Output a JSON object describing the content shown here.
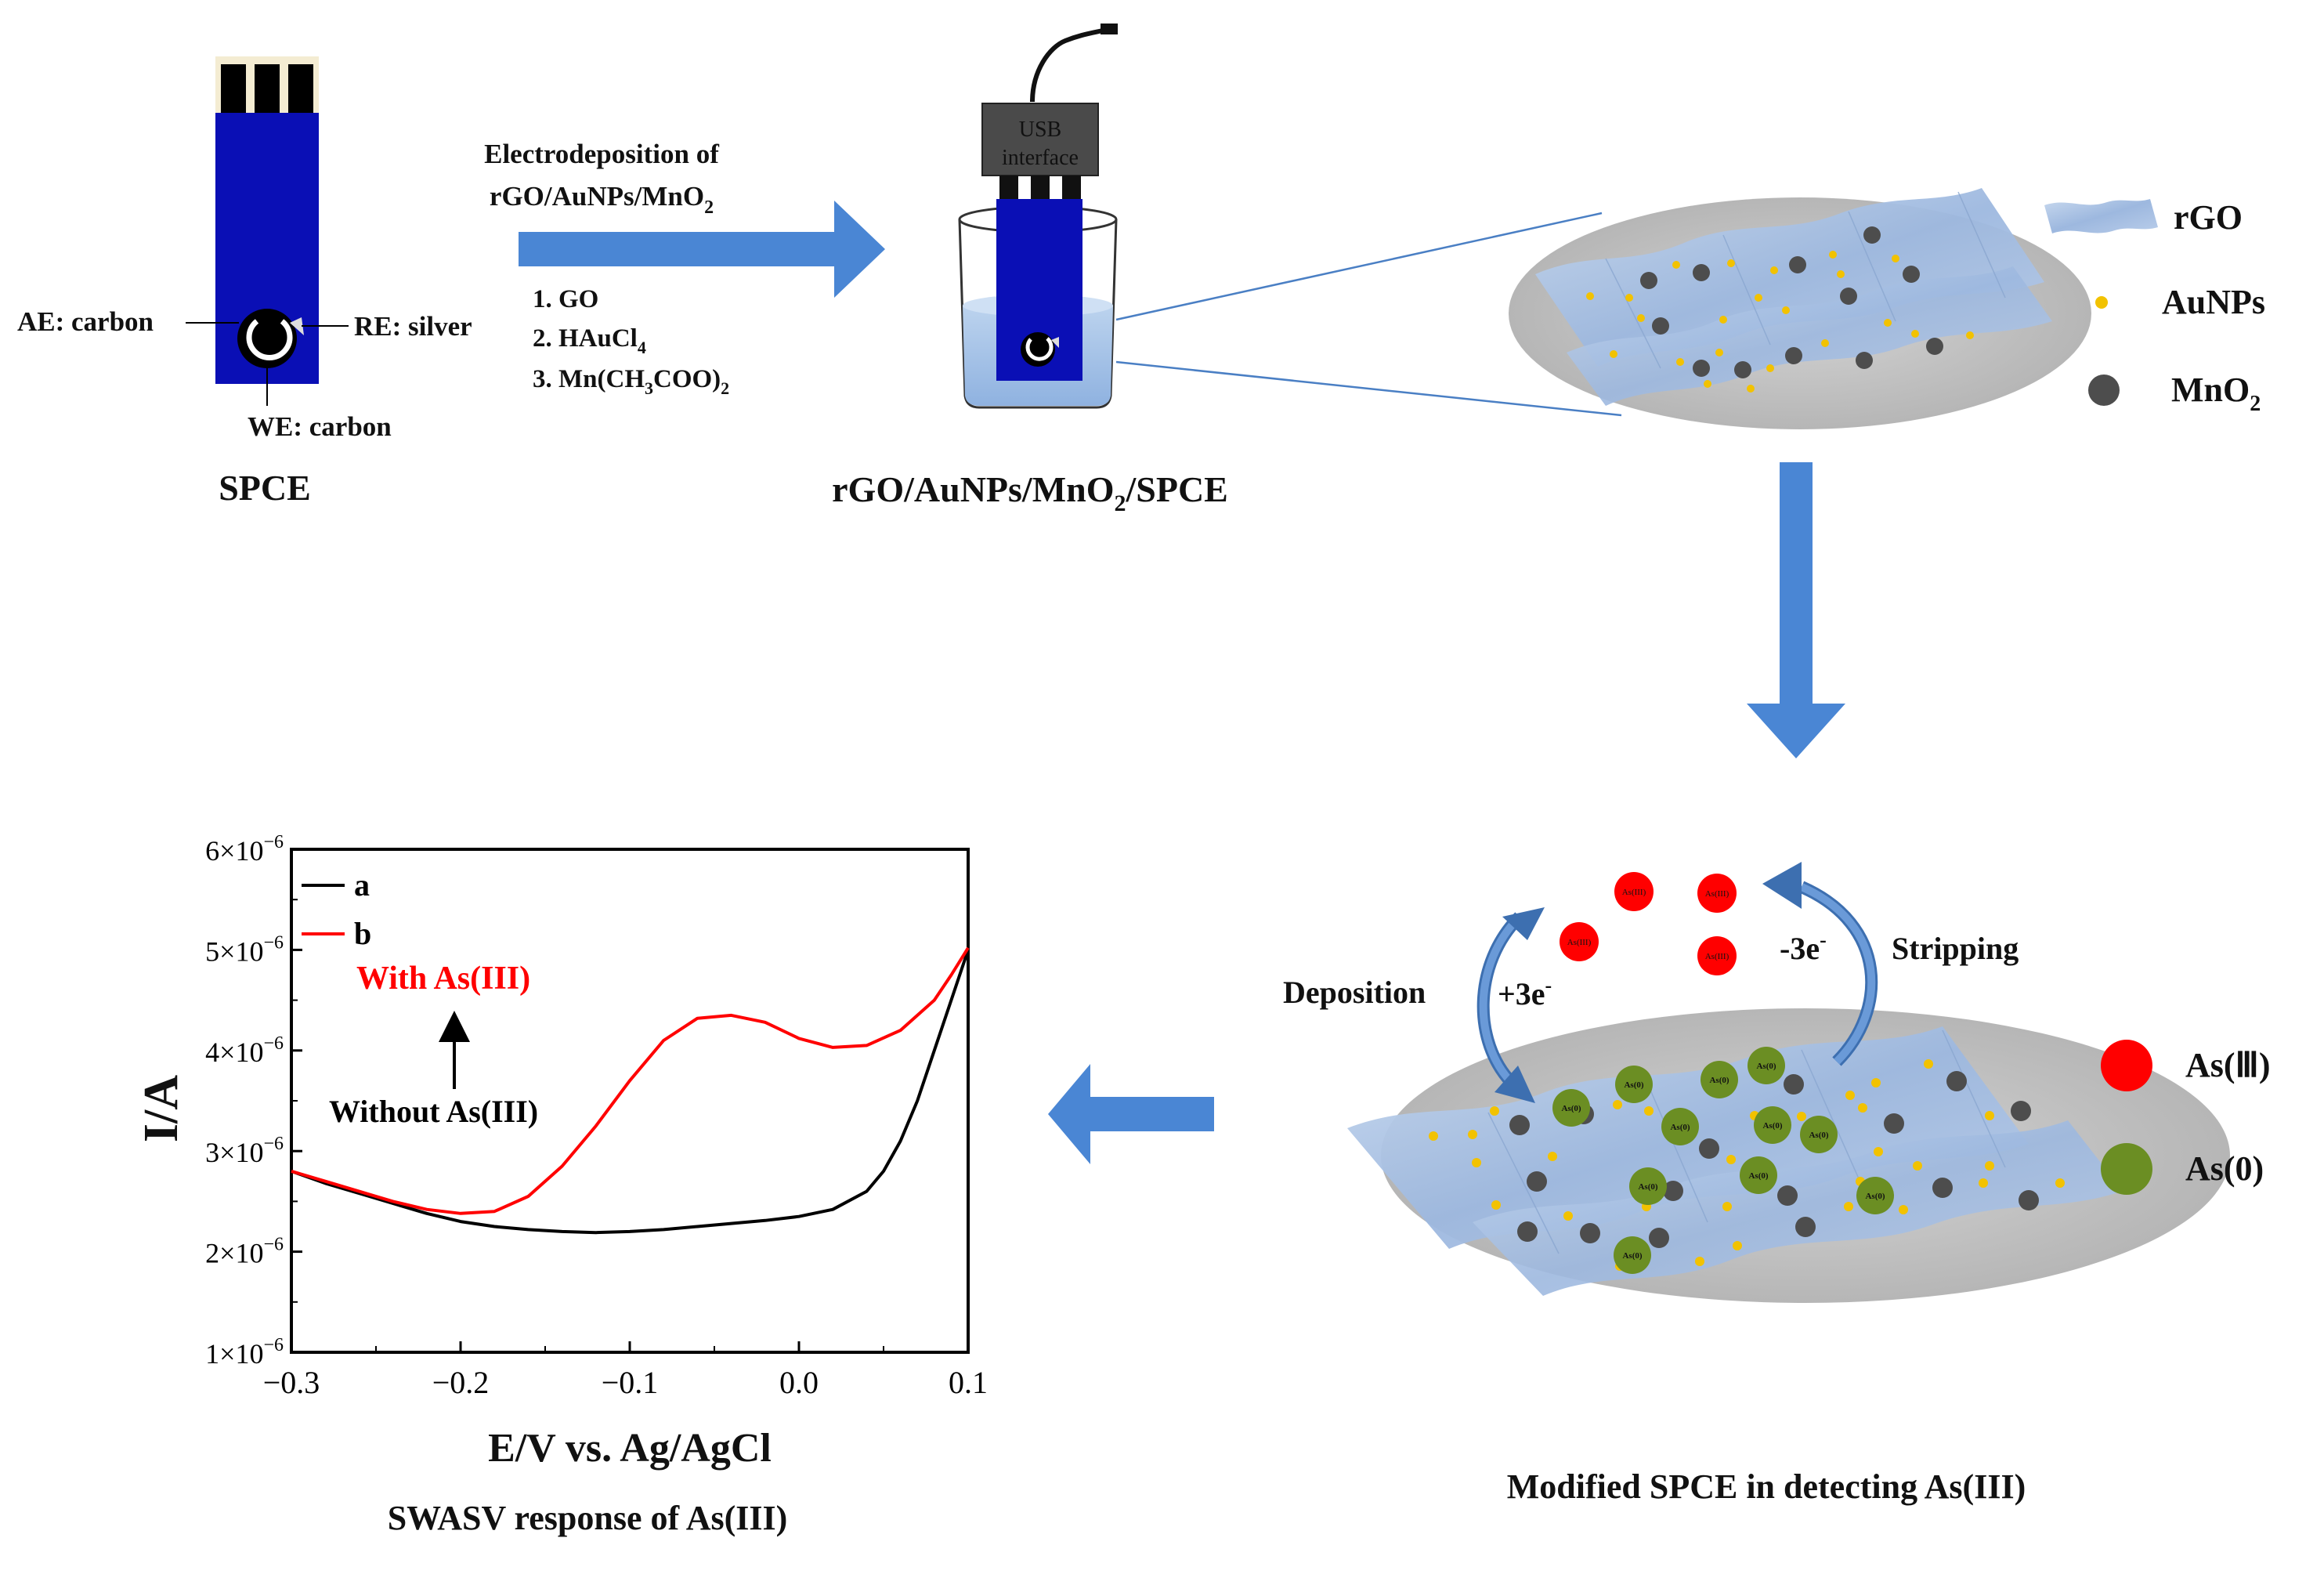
{
  "spce": {
    "ae_label": "AE: carbon",
    "re_label": "RE: silver",
    "we_label": "WE: carbon",
    "caption": "SPCE"
  },
  "electrodeposition": {
    "title_line1": "Electrodeposition of",
    "title_line2_pre": "rGO/AuNPs/MnO",
    "title_line2_sub": "2",
    "steps": [
      {
        "pre": "1. GO",
        "sub": "",
        "post": ""
      },
      {
        "pre": "2. HAuCl",
        "sub": "4",
        "post": ""
      },
      {
        "pre": "3. Mn(CH",
        "sub": "3",
        "post": "COO)",
        "sub2": "2"
      }
    ]
  },
  "usb": {
    "line1": "USB",
    "line2": "interface"
  },
  "modified_caption": {
    "pre": "rGO/AuNPs/MnO",
    "sub": "2",
    "post": "/SPCE"
  },
  "legend_top": [
    {
      "label": "rGO",
      "sub": "",
      "kind": "sheet"
    },
    {
      "label": "AuNPs",
      "sub": "",
      "kind": "au",
      "color": "#f2c200"
    },
    {
      "label": "MnO",
      "sub": "2",
      "kind": "mno2",
      "color": "#4d4d4d"
    }
  ],
  "detection": {
    "as3_particle_label": "As(III)",
    "as0_particle_label": "As(0)",
    "deposition_label": "Deposition",
    "electrons_in_pre": "+3e",
    "electrons_in_sup": "-",
    "electrons_out_pre": "-3e",
    "electrons_out_sup": "-",
    "stripping_label": "Stripping",
    "caption": "Modified SPCE in detecting As(III)"
  },
  "legend_bottom": [
    {
      "label": "As(Ⅲ)",
      "color": "#ff0000"
    },
    {
      "label": "As(0)",
      "color": "#6b8e23"
    }
  ],
  "chart": {
    "annotation_with": "With  As(III)",
    "annotation_without": "Without  As(III)",
    "caption": "SWASV  response of As(III)"
  },
  "chart_data": {
    "type": "line",
    "xlabel": "E/V vs. Ag/AgCl",
    "ylabel": "I/A",
    "xlim": [
      -0.3,
      0.1
    ],
    "ylim": [
      1e-06,
      6e-06
    ],
    "x_ticks": [
      "−0.3",
      "−0.2",
      "−0.1",
      "0.0",
      "0.1"
    ],
    "y_ticks": [
      {
        "base": "1×10",
        "exp": "−6",
        "value": 1e-06
      },
      {
        "base": "2×10",
        "exp": "−6",
        "value": 2e-06
      },
      {
        "base": "3×10",
        "exp": "−6",
        "value": 3e-06
      },
      {
        "base": "4×10",
        "exp": "−6",
        "value": 4e-06
      },
      {
        "base": "5×10",
        "exp": "−6",
        "value": 5e-06
      },
      {
        "base": "6×10",
        "exp": "−6",
        "value": 6e-06
      }
    ],
    "legend_position": "top-left",
    "series": [
      {
        "name": "a",
        "color": "#000000",
        "x": [
          -0.3,
          -0.28,
          -0.26,
          -0.24,
          -0.22,
          -0.2,
          -0.18,
          -0.16,
          -0.14,
          -0.12,
          -0.1,
          -0.08,
          -0.06,
          -0.04,
          -0.02,
          0.0,
          0.02,
          0.04,
          0.05,
          0.06,
          0.07,
          0.08,
          0.09,
          0.1
        ],
        "y": [
          2.8e-06,
          2.68e-06,
          2.58e-06,
          2.48e-06,
          2.38e-06,
          2.3e-06,
          2.25e-06,
          2.22e-06,
          2.2e-06,
          2.19e-06,
          2.2e-06,
          2.22e-06,
          2.25e-06,
          2.28e-06,
          2.31e-06,
          2.35e-06,
          2.42e-06,
          2.6e-06,
          2.8e-06,
          3.1e-06,
          3.5e-06,
          4e-06,
          4.5e-06,
          5e-06
        ]
      },
      {
        "name": "b",
        "color": "#ff0000",
        "x": [
          -0.3,
          -0.28,
          -0.26,
          -0.24,
          -0.22,
          -0.2,
          -0.18,
          -0.16,
          -0.14,
          -0.12,
          -0.1,
          -0.08,
          -0.06,
          -0.04,
          -0.02,
          0.0,
          0.02,
          0.04,
          0.06,
          0.08,
          0.09,
          0.1
        ],
        "y": [
          2.8e-06,
          2.7e-06,
          2.6e-06,
          2.5e-06,
          2.42e-06,
          2.38e-06,
          2.4e-06,
          2.55e-06,
          2.85e-06,
          3.25e-06,
          3.7e-06,
          4.1e-06,
          4.32e-06,
          4.35e-06,
          4.28e-06,
          4.12e-06,
          4.03e-06,
          4.05e-06,
          4.2e-06,
          4.5e-06,
          4.75e-06,
          5.02e-06
        ]
      }
    ]
  }
}
